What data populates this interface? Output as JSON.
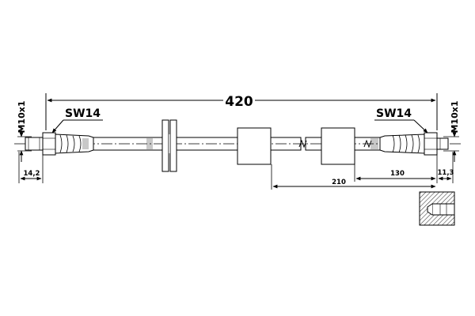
{
  "dimensions": {
    "total_length": "420",
    "left_thread": "M10x1",
    "right_thread": "M10x1",
    "left_wrench": "SW14",
    "right_wrench": "SW14",
    "left_end_length": "14,2",
    "right_end_length": "11,3",
    "dim_210": "210",
    "dim_130": "130"
  },
  "colors": {
    "line": "#000000",
    "hose_shade": "#c8c8c8",
    "hatch": "#444444"
  }
}
